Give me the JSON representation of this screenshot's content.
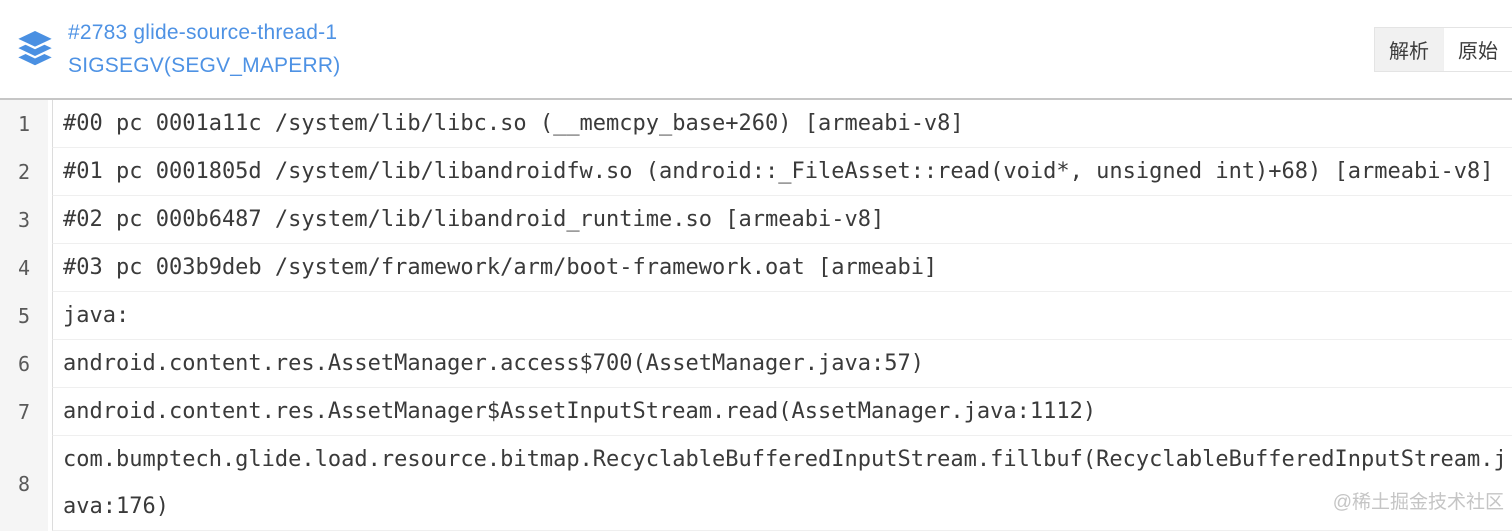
{
  "header": {
    "icon": "layers-icon",
    "title_line1": "#2783 glide-source-thread-1",
    "title_line2": "SIGSEGV(SEGV_MAPERR)",
    "buttons": [
      {
        "label": "解析",
        "active": true
      },
      {
        "label": "原始",
        "active": false
      }
    ]
  },
  "stack_trace": {
    "lines": [
      {
        "num": 1,
        "text": "#00 pc 0001a11c /system/lib/libc.so (__memcpy_base+260) [armeabi-v8]"
      },
      {
        "num": 2,
        "text": "#01 pc 0001805d /system/lib/libandroidfw.so (android::_FileAsset::read(void*, unsigned int)+68) [armeabi-v8]"
      },
      {
        "num": 3,
        "text": "#02 pc 000b6487 /system/lib/libandroid_runtime.so [armeabi-v8]"
      },
      {
        "num": 4,
        "text": "#03 pc 003b9deb /system/framework/arm/boot-framework.oat [armeabi]"
      },
      {
        "num": 5,
        "text": "java:"
      },
      {
        "num": 6,
        "text": "android.content.res.AssetManager.access$700(AssetManager.java:57)"
      },
      {
        "num": 7,
        "text": "android.content.res.AssetManager$AssetInputStream.read(AssetManager.java:1112)"
      },
      {
        "num": 8,
        "text": "com.bumptech.glide.load.resource.bitmap.RecyclableBufferedInputStream.fillbuf(RecyclableBufferedInputStream.java:176)"
      }
    ]
  },
  "watermark": "@稀土掘金技术社区",
  "colors": {
    "accent": "#4e92e4",
    "icon_blue": "#4a90e2",
    "code_text": "#3a3a3a",
    "line_number": "#595959",
    "gutter_bg": "#f5f5f5",
    "active_button_bg": "#f1f1f1",
    "watermark": "#c5c5c5"
  }
}
